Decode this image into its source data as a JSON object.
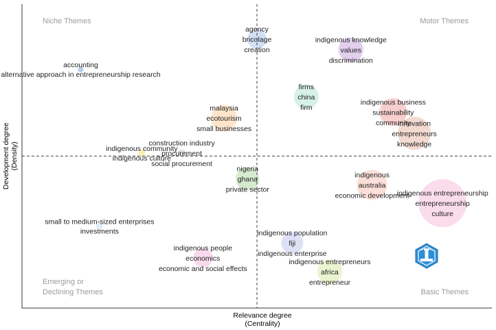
{
  "chart_data": {
    "type": "scatter",
    "title": "",
    "xlabel": [
      "Relevance degree",
      "(Centrality)"
    ],
    "ylabel": [
      "Development degree",
      "(Density)"
    ],
    "quadrants": {
      "top_left": [
        "Niche Themes"
      ],
      "top_right": [
        "Motor Themes"
      ],
      "bottom_left": [
        "Emerging or",
        "Declining Themes"
      ],
      "bottom_right": [
        "Basic Themes"
      ]
    },
    "reference_lines": {
      "x": 0.5,
      "y": 0.5
    },
    "xlim": [
      0,
      1
    ],
    "ylim": [
      0,
      1
    ],
    "logo_icon": "lighthouse-logo-icon",
    "clusters": [
      {
        "x": 0.125,
        "y": 0.785,
        "r": 4,
        "color": "#a9c4ea",
        "terms": [
          "accounting",
          "alternative approach in entrepreneurship research"
        ]
      },
      {
        "x": 0.5,
        "y": 0.885,
        "r": 14,
        "color": "#c9daf2",
        "terms": [
          "agency",
          "bricolage",
          "creation"
        ]
      },
      {
        "x": 0.7,
        "y": 0.85,
        "r": 18,
        "color": "#ddc7ea",
        "terms": [
          "indigenous knowledge",
          "values",
          "discrimination"
        ]
      },
      {
        "x": 0.605,
        "y": 0.695,
        "r": 18,
        "color": "#cfeee4",
        "terms": [
          "firms",
          "china",
          "firm"
        ]
      },
      {
        "x": 0.79,
        "y": 0.645,
        "r": 20,
        "color": "#f6c7c5",
        "terms": [
          "indigenous business",
          "sustainability",
          "community"
        ]
      },
      {
        "x": 0.835,
        "y": 0.575,
        "r": 24,
        "color": "#f0d4c8",
        "terms": [
          "innovation",
          "entrepreneurs",
          "knowledge"
        ]
      },
      {
        "x": 0.43,
        "y": 0.625,
        "r": 19,
        "color": "#fbe0c2",
        "terms": [
          "malaysia",
          "ecotourism",
          "small businesses"
        ]
      },
      {
        "x": 0.255,
        "y": 0.51,
        "r": 5,
        "color": "#f7eba8",
        "terms": [
          "indigenous community",
          "indigenous culture"
        ]
      },
      {
        "x": 0.34,
        "y": 0.51,
        "r": 6,
        "color": "#e3e3e3",
        "terms": [
          "construction industry",
          "procurement",
          "social procurement"
        ]
      },
      {
        "x": 0.48,
        "y": 0.425,
        "r": 17,
        "color": "#cfe8c5",
        "terms": [
          "nigeria",
          "ghana",
          "private sector"
        ]
      },
      {
        "x": 0.745,
        "y": 0.405,
        "r": 22,
        "color": "#fbd9d2",
        "terms": [
          "indigenous",
          "australia",
          "economic development"
        ]
      },
      {
        "x": 0.895,
        "y": 0.345,
        "r": 35,
        "color": "#fad6e8",
        "terms": [
          "indigenous entrepreneurship",
          "entrepreneurship",
          "culture"
        ]
      },
      {
        "x": 0.165,
        "y": 0.27,
        "r": 5,
        "color": "#d9ecf7",
        "terms": [
          "small to medium-sized enterprises",
          "investments"
        ]
      },
      {
        "x": 0.575,
        "y": 0.215,
        "r": 16,
        "color": "#d8dcf3",
        "terms": [
          "indigenous population",
          "fiji",
          "indigenous enterprise"
        ]
      },
      {
        "x": 0.385,
        "y": 0.165,
        "r": 14,
        "color": "#f8d2ea",
        "terms": [
          "indigenous people",
          "economics",
          "economic and social effects"
        ]
      },
      {
        "x": 0.655,
        "y": 0.12,
        "r": 18,
        "color": "#e6f2c8",
        "terms": [
          "indigenous entrepreneurs",
          "africa",
          "entrepreneur"
        ]
      }
    ]
  }
}
